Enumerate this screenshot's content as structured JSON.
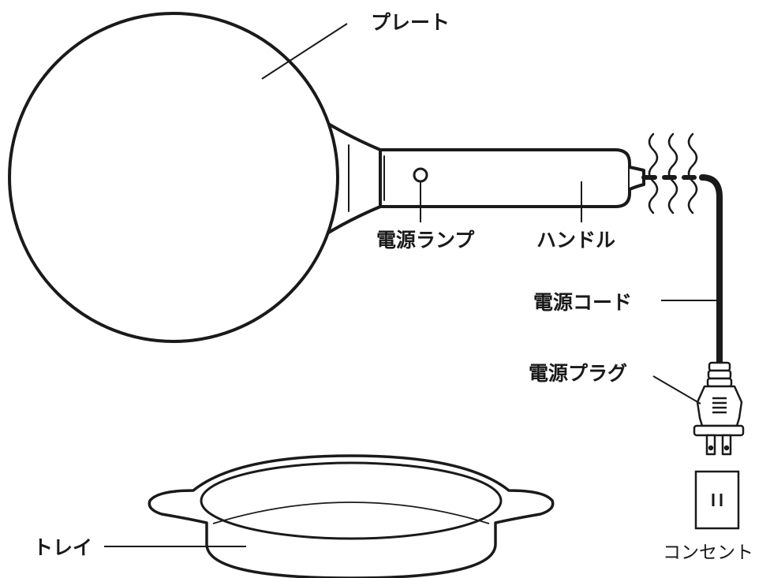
{
  "colors": {
    "stroke": "#1a1a1a",
    "fill": "#ffffff",
    "background": "#ffffff"
  },
  "labels": {
    "plate": "プレート",
    "power_lamp": "電源ランプ",
    "handle": "ハンドル",
    "power_cord": "電源コード",
    "power_plug": "電源プラグ",
    "tray": "トレイ",
    "outlet": "コンセント"
  },
  "parts": [
    {
      "id": "plate",
      "icon": "round-plate"
    },
    {
      "id": "power_lamp",
      "icon": "lamp-circle"
    },
    {
      "id": "handle",
      "icon": "handle-bar"
    },
    {
      "id": "power_cord",
      "icon": "cord"
    },
    {
      "id": "power_plug",
      "icon": "plug"
    },
    {
      "id": "tray",
      "icon": "oval-tray"
    },
    {
      "id": "outlet",
      "icon": "wall-outlet"
    }
  ]
}
